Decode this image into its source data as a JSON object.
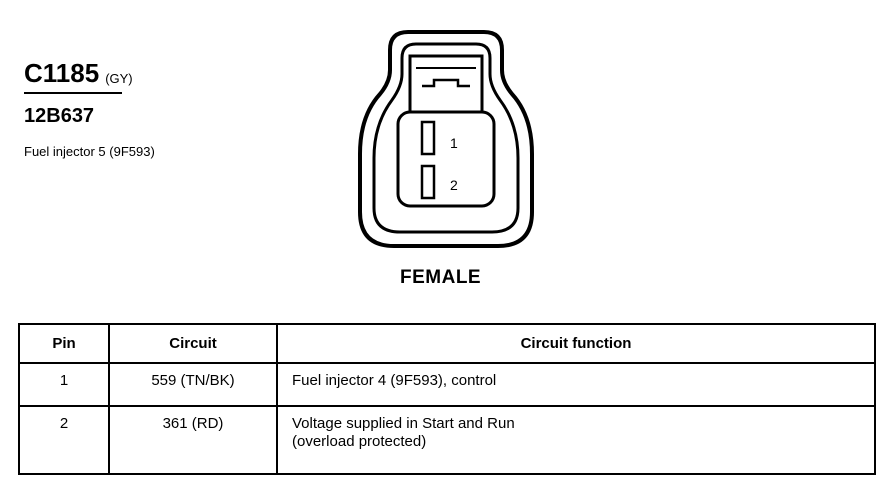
{
  "connector": {
    "id": "C1185",
    "color_code": "(GY)",
    "part_number": "12B637",
    "component": "Fuel injector 5 (9F593)"
  },
  "diagram": {
    "pin_labels": [
      "1",
      "2"
    ],
    "gender": "FEMALE"
  },
  "table": {
    "headers": {
      "pin": "Pin",
      "circuit": "Circuit",
      "function": "Circuit function"
    },
    "rows": [
      {
        "pin": "1",
        "circuit": "559 (TN/BK)",
        "function_lines": [
          "Fuel injector 4 (9F593), control"
        ]
      },
      {
        "pin": "2",
        "circuit": "361 (RD)",
        "function_lines": [
          "Voltage supplied in Start and Run",
          "(overload protected)"
        ]
      }
    ]
  }
}
